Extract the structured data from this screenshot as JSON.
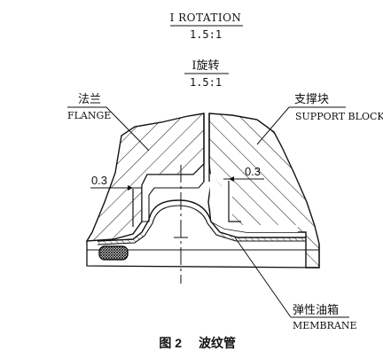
{
  "header": {
    "title_en": "I ROTATION",
    "scale_1": "1.5:1",
    "title_cn": "I旋转",
    "scale_2": "1.5:1"
  },
  "labels": {
    "flange_cn": "法兰",
    "flange_en": "FLANGE",
    "support_cn": "支撑块",
    "support_en": "SUPPORT BLOCK",
    "membrane_cn": "弹性油箱",
    "membrane_en": "MEMBRANE",
    "dim_left": "0.3",
    "dim_right": "0.3"
  },
  "caption": {
    "figure_no": "图 2",
    "figure_title": "波纹管"
  }
}
